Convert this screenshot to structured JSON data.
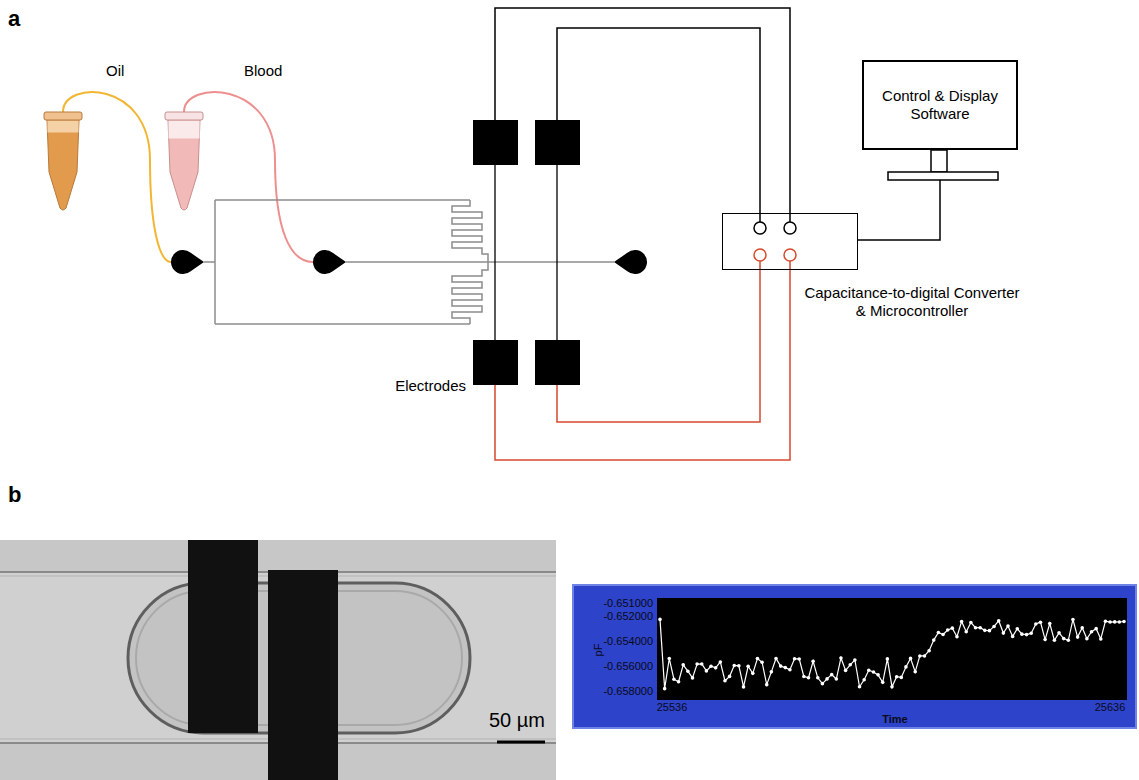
{
  "diagram": {
    "nodes": [
      {
        "text": [
          "Control & Display Software"
        ]
      },
      {
        "text": [
          "Capacitance-to-digital Converter & Microcontroller"
        ]
      }
    ],
    "edges": [
      {
        "from": 1,
        "to": 0,
        "arrow": "none"
      }
    ],
    "labels": [
      "a",
      "Oil",
      "Blood",
      "Electrodes",
      "b",
      "50 µm",
      "-0.651000",
      "-0.652000",
      "-0.654000",
      "-0.656000",
      "-0.658000",
      "pF",
      "25536",
      "25636",
      "Time"
    ]
  }
}
